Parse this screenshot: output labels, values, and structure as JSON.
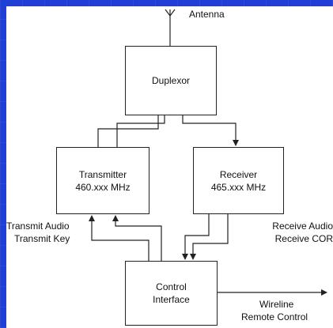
{
  "diagram": {
    "antenna_label": "Antenna",
    "duplexor": "Duplexor",
    "transmitter": {
      "name": "Transmitter",
      "freq": "460.xxx MHz"
    },
    "receiver": {
      "name": "Receiver",
      "freq": "465.xxx MHz"
    },
    "control": {
      "line1": "Control",
      "line2": "Interface"
    },
    "transmit_audio": "Transmit Audio",
    "transmit_key": "Transmit Key",
    "receive_audio": "Receive Audio",
    "receive_cor": "Receive COR",
    "wireline": "Wireline",
    "remote_control": "Remote Control"
  },
  "colors": {
    "background": "#1f3fd6",
    "panel": "#ffffff",
    "line": "#222222"
  }
}
